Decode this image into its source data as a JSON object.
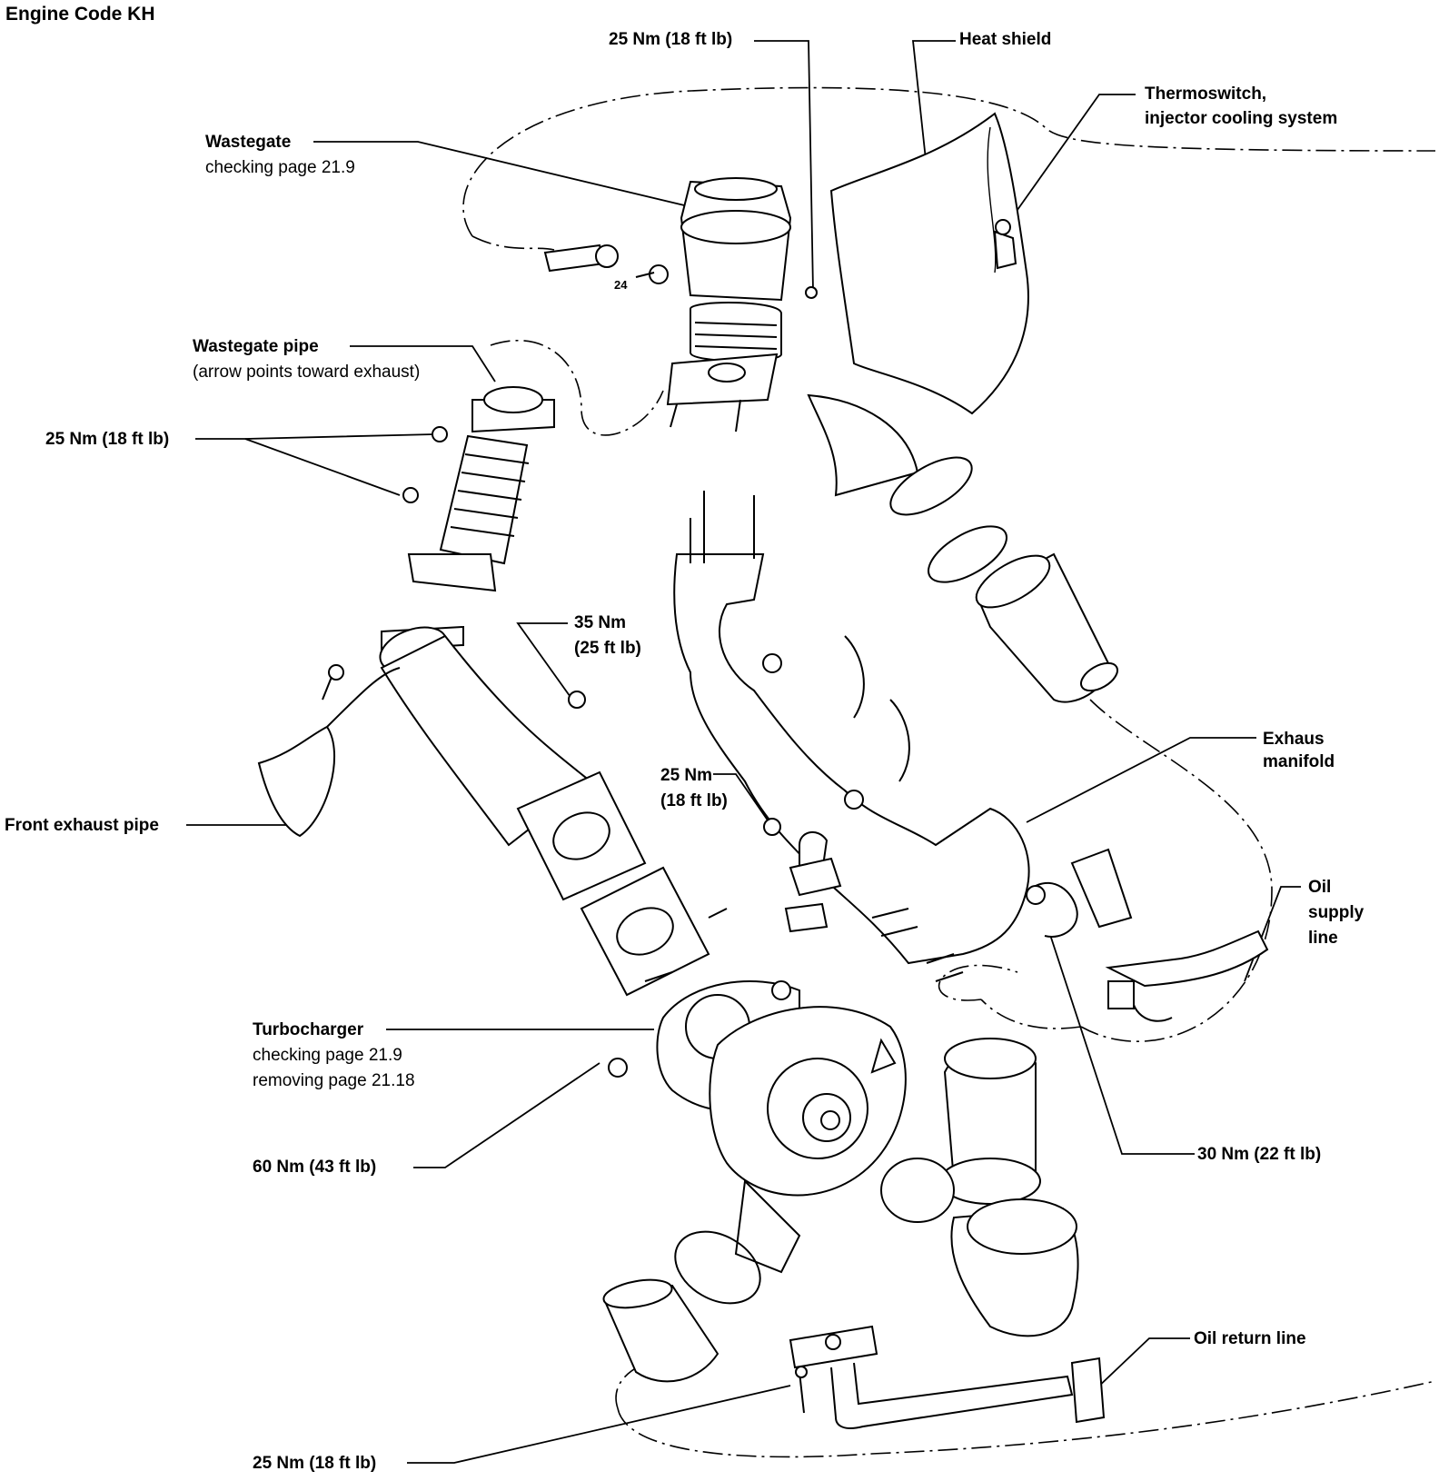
{
  "title": "Engine Code KH",
  "labels": {
    "torque_25_top": "25 Nm (18 ft lb)",
    "heat_shield": "Heat shield",
    "thermoswitch_1": "Thermoswitch,",
    "thermoswitch_2": "injector cooling system",
    "wastegate": "Wastegate",
    "wastegate_check": "checking page 21.9",
    "wastegate_pipe": "Wastegate pipe",
    "wastegate_pipe_note": "(arrow points toward exhaust)",
    "torque_25_left": "25 Nm (18 ft lb)",
    "torque_35_1": "35 Nm",
    "torque_35_2": "(25 ft lb)",
    "torque_25_mid_1": "25 Nm",
    "torque_25_mid_2": "(18 ft lb)",
    "exhaust_manifold_1": "Exhaus",
    "exhaust_manifold_2": "manifold",
    "front_exhaust_pipe": "Front exhaust pipe",
    "oil_supply_1": "Oil",
    "oil_supply_2": "supply",
    "oil_supply_3": "line",
    "turbocharger": "Turbocharger",
    "turbo_check": "checking page 21.9",
    "turbo_remove": "removing page 21.18",
    "torque_60": "60 Nm (43 ft lb)",
    "torque_30": "30 Nm (22 ft lb)",
    "oil_return": "Oil return line",
    "torque_25_bottom": "25 Nm (18 ft lb)",
    "stamp_24": "24"
  },
  "colors": {
    "ink": "#000000",
    "paper": "#ffffff",
    "shade": "#d9d9d9"
  }
}
